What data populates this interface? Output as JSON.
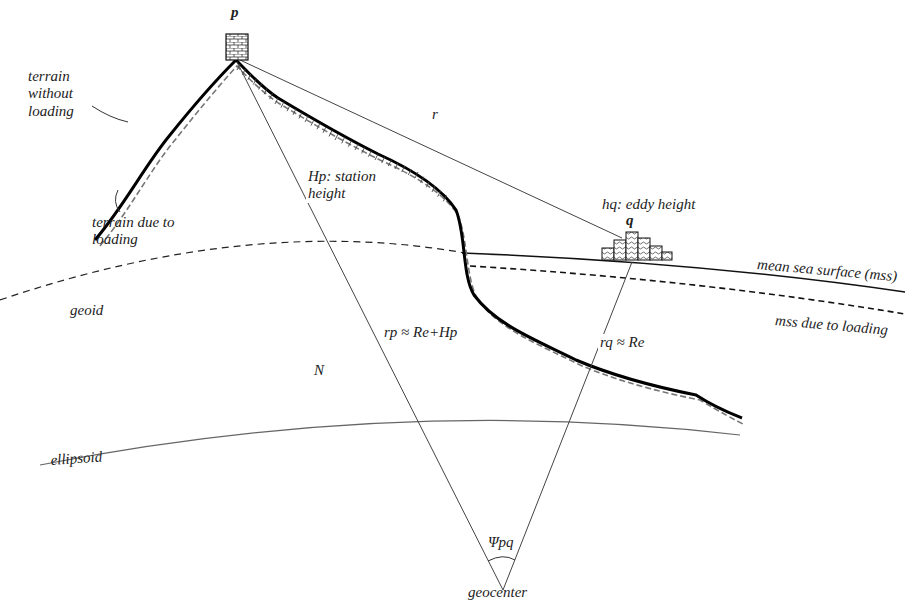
{
  "diagram": {
    "labels": [
      "p",
      "terrain without loading",
      "terrain due to loading",
      "Hp: station height",
      "r",
      "hq: eddy height",
      "q",
      "mean sea surface (mss)",
      "mss due to loading",
      "geoid",
      "N",
      "rp ≈ Re+Hp",
      "rq ≈ Re",
      "ellipsoid",
      "Ψpq",
      "geocenter"
    ]
  }
}
